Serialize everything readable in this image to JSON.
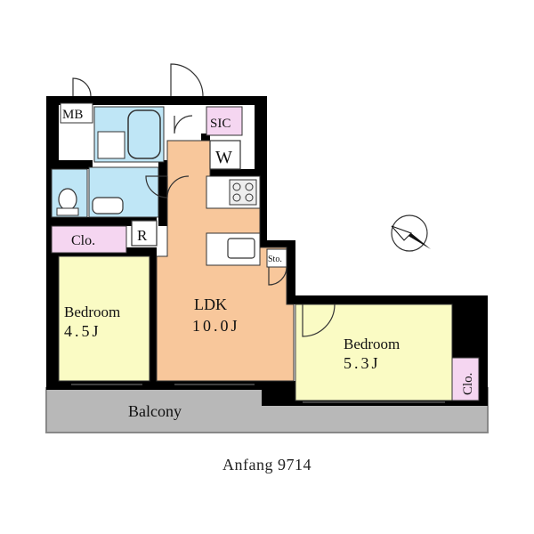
{
  "title": "Anfang 9714",
  "rooms": {
    "ldk": {
      "name": "LDK",
      "size": "10.0J"
    },
    "bedroom_left": {
      "name": "Bedroom",
      "size": "4.5J"
    },
    "bedroom_right": {
      "name": "Bedroom",
      "size": "5.3J"
    },
    "balcony": {
      "name": "Balcony"
    }
  },
  "labels": {
    "mb": "MB",
    "sic": "SIC",
    "w": "W",
    "clo_left": "Clo.",
    "clo_right": "Clo.",
    "r": "R",
    "sto": "Sto."
  },
  "colors": {
    "ldk": "#f8c79b",
    "bedroom": "#fafbc4",
    "closet": "#f5d6f1",
    "wet": "#bfe6f6",
    "balcony": "#b8b8b8",
    "wall": "#000000"
  },
  "compass_icon": "north-arrow-icon"
}
